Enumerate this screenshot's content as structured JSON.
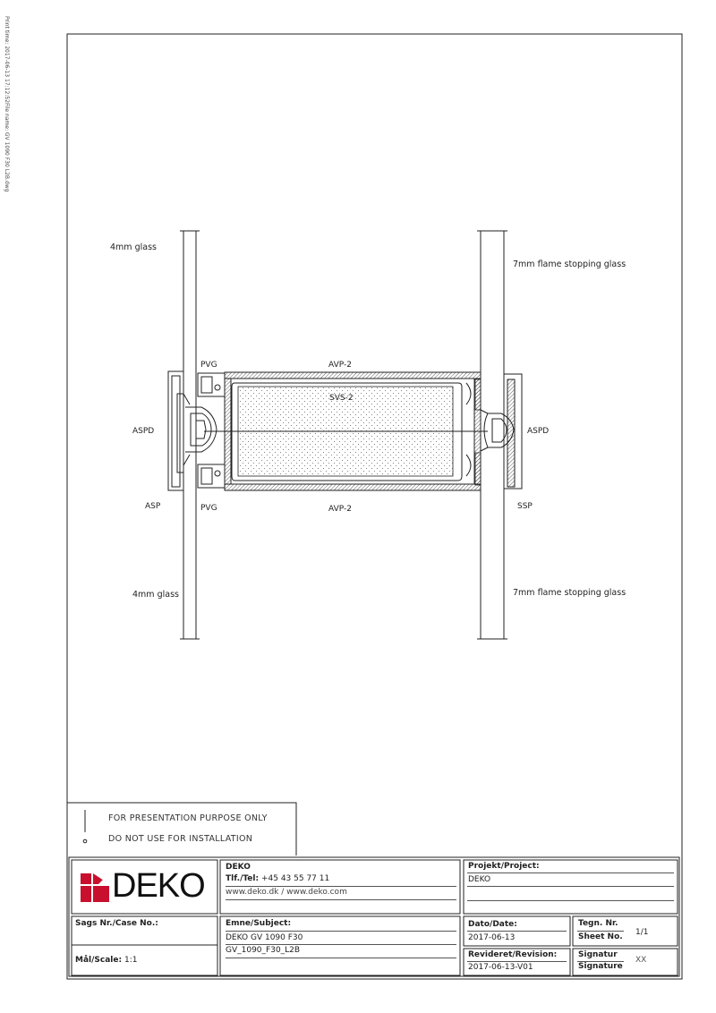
{
  "side_note": {
    "print_time": "Print time: 2017-06-13 17:12:52",
    "file_name": "File name: GV 1090 F30 L2B.dwg"
  },
  "labels": {
    "glass_left_top": "4mm glass",
    "glass_left_bottom": "4mm glass",
    "glass_right_top": "7mm flame stopping glass",
    "glass_right_bottom": "7mm flame stopping glass",
    "pvg_top": "PVG",
    "pvg_bottom": "PVG",
    "avp_top": "AVP-2",
    "avp_bottom": "AVP-2",
    "svs": "SVS-2",
    "aspd_left": "ASPD",
    "aspd_right": "ASPD",
    "asp": "ASP",
    "ssp": "SSP"
  },
  "warning": {
    "line1": "FOR PRESENTATION PURPOSE ONLY",
    "line2": "DO NOT USE FOR INSTALLATION"
  },
  "title_block": {
    "logo_text": "DEKO",
    "company": "DEKO",
    "phone_label": "Tlf./Tel:",
    "phone": "+45 43 55 77 11",
    "web": "www.deko.dk / www.deko.com",
    "project_label": "Projekt/Project:",
    "project_value": "DEKO",
    "case_label": "Sags Nr./Case No.:",
    "subject_label": "Emne/Subject:",
    "subject_line1": "DEKO GV 1090 F30",
    "subject_line2": "GV_1090_F30_L2B",
    "date_label": "Dato/Date:",
    "date_value": "2017-06-13",
    "drawing_no_label": "Tegn. Nr.",
    "sheet_label": "Sheet No.",
    "sheet_value": "1/1",
    "scale_label": "Mål/Scale:",
    "scale_value": "1:1",
    "revision_label": "Revideret/Revision:",
    "revision_value": "2017-06-13-V01",
    "signature_label1": "Signatur",
    "signature_label2": "Signature",
    "signature_value": "XX"
  }
}
